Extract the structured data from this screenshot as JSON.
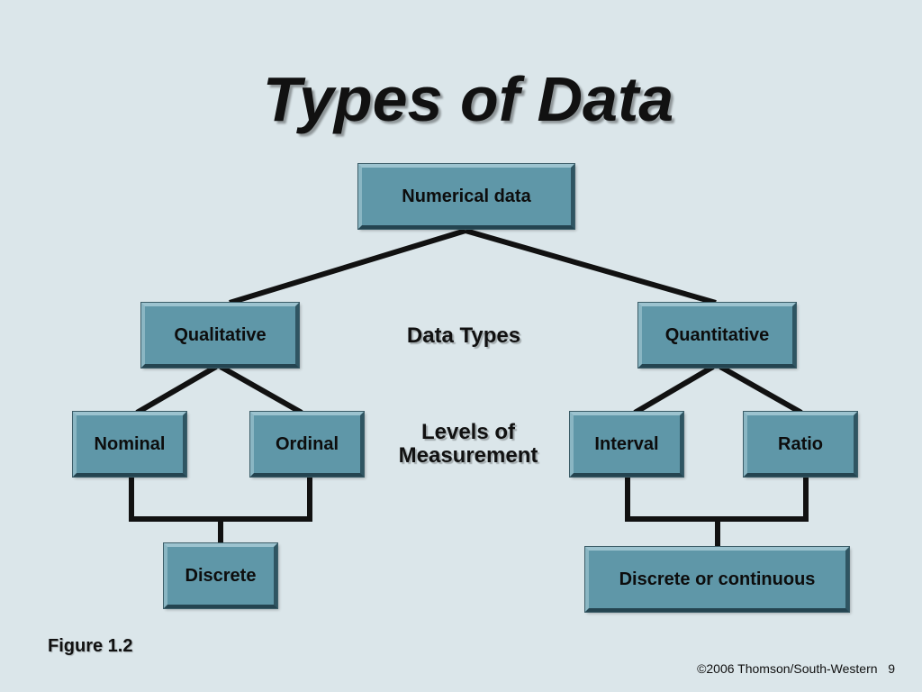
{
  "title": "Types of Data",
  "root": {
    "label": "Numerical data"
  },
  "level1": {
    "left": "Qualitative",
    "right": "Quantitative",
    "caption": "Data Types"
  },
  "level2": {
    "nominal": "Nominal",
    "ordinal": "Ordinal",
    "interval": "Interval",
    "ratio": "Ratio",
    "caption_line1": "Levels of",
    "caption_line2": "Measurement"
  },
  "level3": {
    "left": "Discrete",
    "right": "Discrete or continuous"
  },
  "figure_label": "Figure 1.2",
  "footer": {
    "copyright": "©2006 Thomson/South-Western",
    "page_number": "9"
  },
  "colors": {
    "background": "#dbe6ea",
    "box_fill": "#5f97a8",
    "connector": "#111111"
  }
}
